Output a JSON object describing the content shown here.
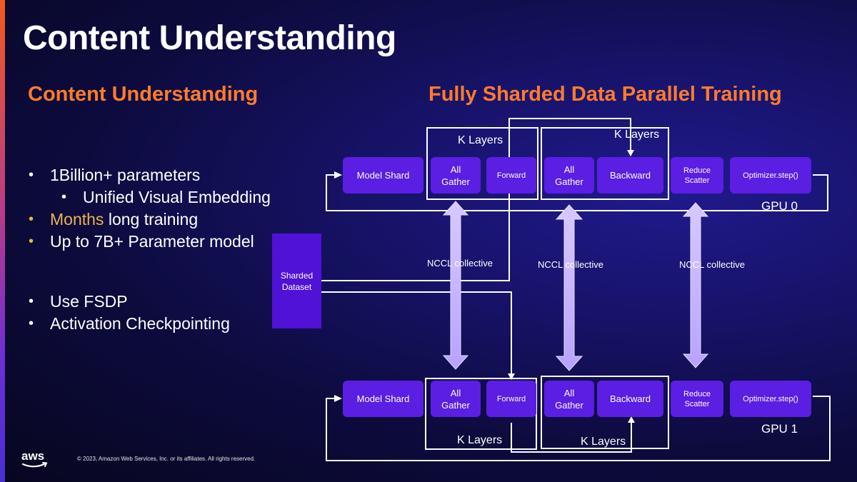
{
  "slide": {
    "title": "Content Understanding",
    "left_heading": "Content Understanding",
    "right_heading": "Fully Sharded Data Parallel Training",
    "footer": "© 2023, Amazon Web Services, Inc. or its affiliates. All rights reserved.",
    "logo_icon": "aws-logo-icon"
  },
  "bullets": {
    "group1": [
      {
        "text": "1Billion+ parameters",
        "level": 0
      },
      {
        "text": "Unified Visual Embedding",
        "level": 1
      },
      {
        "highlight": "Months",
        "text": " long training",
        "level": 0
      },
      {
        "text": "Up to 7B+ Parameter model",
        "level": 0
      }
    ],
    "group2": [
      {
        "text": "Use FSDP",
        "level": 0
      },
      {
        "text": "Activation Checkpointing",
        "level": 0
      }
    ]
  },
  "diagram": {
    "dataset": "Sharded\nDataset",
    "gpu0": {
      "label": "GPU 0",
      "k_layers_1": "K Layers",
      "k_layers_2": "K Layers",
      "blocks": [
        "Model Shard",
        "All\nGather",
        "Forward",
        "All\nGather",
        "Backward",
        "Reduce\nScatter",
        "Optimizer.step()"
      ]
    },
    "gpu1": {
      "label": "GPU 1",
      "k_layers_1": "K Layers",
      "k_layers_2": "K Layers",
      "blocks": [
        "Model Shard",
        "All\nGather",
        "Forward",
        "All\nGather",
        "Backward",
        "Reduce\nScatter",
        "Optimizer.step()"
      ]
    },
    "nccl": [
      "NCCL collective",
      "NCCL collective",
      "NCCL collective"
    ]
  },
  "colors": {
    "accent": "#ff7b2c",
    "block": "#5b1ee3",
    "arrow": "#c9b8ff"
  }
}
